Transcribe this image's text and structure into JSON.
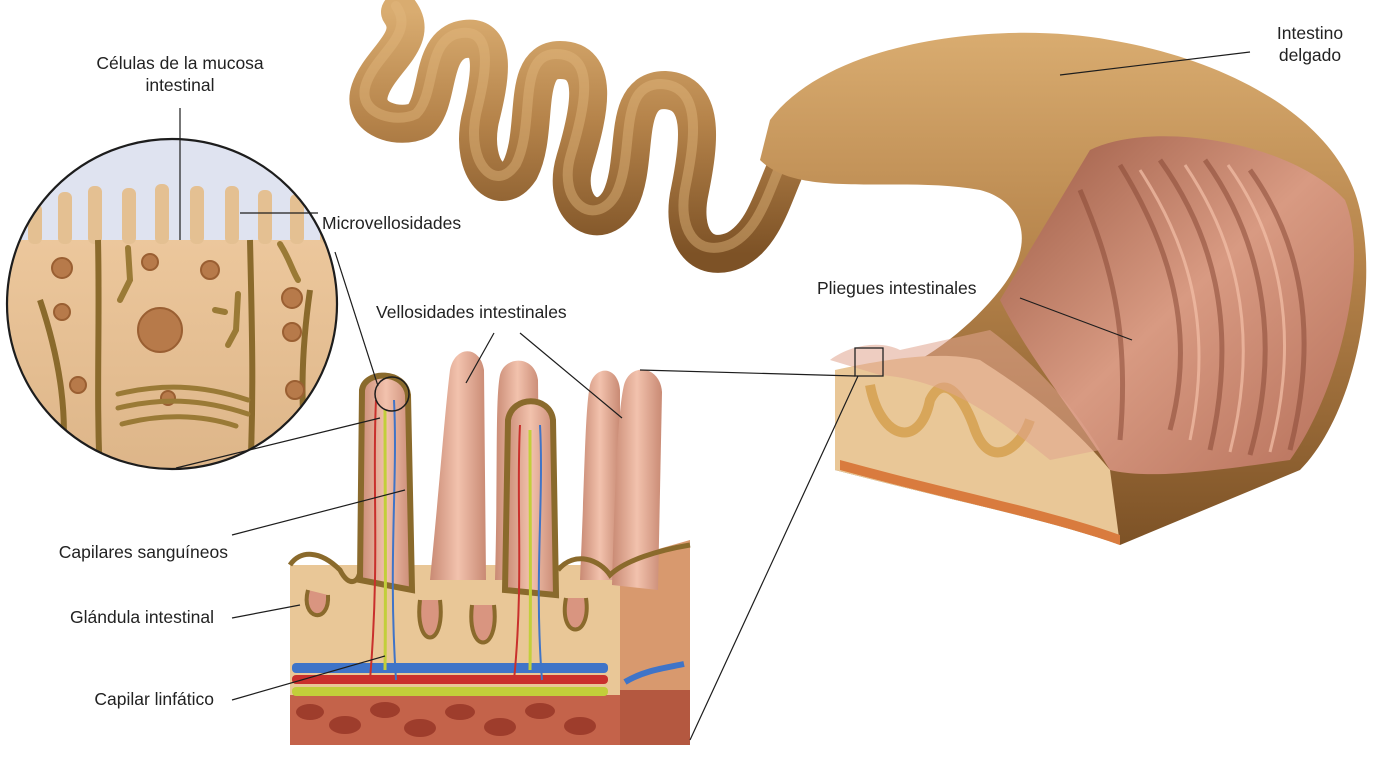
{
  "labels": {
    "celulas_mucosa_line1": "Células de la mucosa",
    "celulas_mucosa_line2": "intestinal",
    "microvellosidades": "Microvellosidades",
    "vellosidades_intestinales": "Vellosidades intestinales",
    "intestino_line1": "Intestino",
    "intestino_line2": "delgado",
    "pliegues_intestinales": "Pliegues intestinales",
    "capilares_sanguineos": "Capilares sanguíneos",
    "glandula_intestinal": "Glándula intestinal",
    "capilar_linfatico": "Capilar linfático"
  },
  "colors": {
    "intestine_tan": "#b5834a",
    "intestine_dark": "#7d5226",
    "fold_pink": "#c88a74",
    "tissue_beige": "#e9c797",
    "villus_pink": "#e9b19a",
    "blood_red": "#c9302c",
    "blood_blue": "#3f74c8",
    "lymph_green": "#c2cf3a",
    "background_blue": "#dfe3f0"
  }
}
